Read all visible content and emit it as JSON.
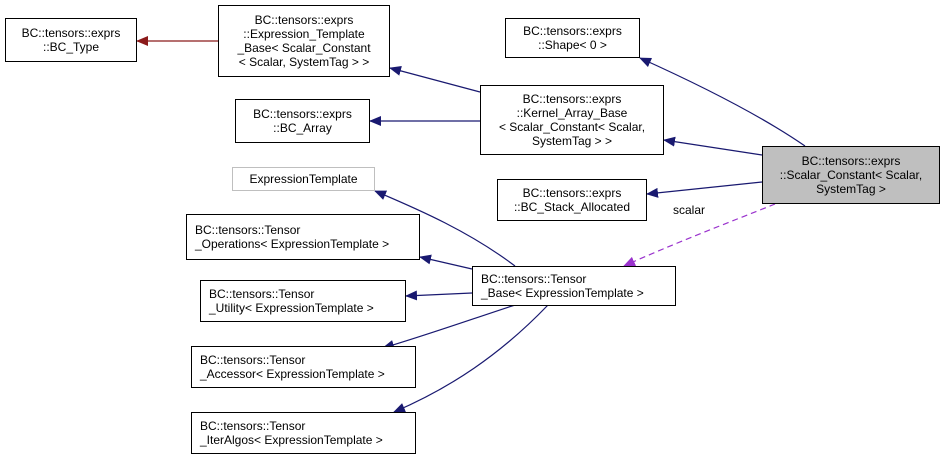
{
  "colors": {
    "inherit_edge": "#191970",
    "private_inherit_edge": "#8b1a1a",
    "usage_edge": "#9a32cd",
    "highlight_fill": "#bfbfbf",
    "undocumented_border": "#bfbfbf"
  },
  "nodes": {
    "bc_type": [
      "BC::tensors::exprs",
      "::BC_Type"
    ],
    "expression_template_base": [
      "BC::tensors::exprs",
      "::Expression_Template",
      "_Base< Scalar_Constant",
      "< Scalar, SystemTag > >"
    ],
    "shape": [
      "BC::tensors::exprs",
      "::Shape< 0 >"
    ],
    "bc_array": [
      "BC::tensors::exprs",
      "::BC_Array"
    ],
    "kernel_array_base": [
      "BC::tensors::exprs",
      "::Kernel_Array_Base",
      "< Scalar_Constant< Scalar,",
      "SystemTag > >"
    ],
    "scalar_constant": [
      "BC::tensors::exprs",
      "::Scalar_Constant< Scalar,",
      "SystemTag >"
    ],
    "expression_template": [
      "ExpressionTemplate"
    ],
    "bc_stack_allocated": [
      "BC::tensors::exprs",
      "::BC_Stack_Allocated"
    ],
    "tensor_operations": [
      "BC::tensors::Tensor",
      "_Operations< ExpressionTemplate >"
    ],
    "tensor_base": [
      "BC::tensors::Tensor",
      "_Base< ExpressionTemplate >"
    ],
    "tensor_utility": [
      "BC::tensors::Tensor",
      "_Utility< ExpressionTemplate >"
    ],
    "tensor_accessor": [
      "BC::tensors::Tensor",
      "_Accessor< ExpressionTemplate >"
    ],
    "tensor_iteralgos": [
      "BC::tensors::Tensor",
      "_IterAlgos< ExpressionTemplate >"
    ]
  },
  "edge_labels": {
    "scalar": "scalar"
  }
}
